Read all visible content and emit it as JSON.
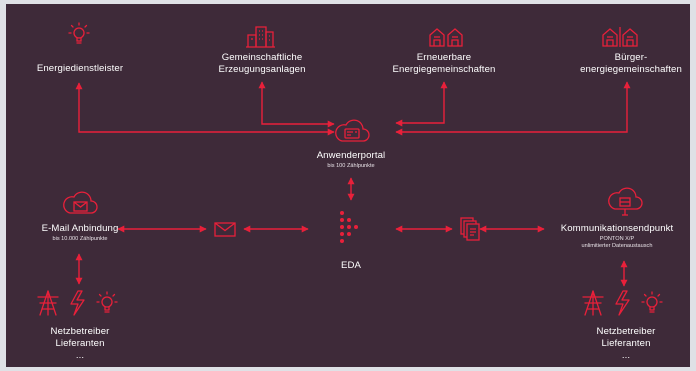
{
  "colors": {
    "background": "#3e2a39",
    "accent": "#e8203a",
    "text": "#ffffff"
  },
  "nodes": {
    "energiedienstleister": {
      "label": "Energiedienstleister",
      "icon": "lightbulb-icon"
    },
    "gemeinschaftliche": {
      "label_line1": "Gemeinschaftliche",
      "label_line2": "Erzeugungsanlagen",
      "icon": "buildings-icon"
    },
    "erneuerbare": {
      "label_line1": "Erneuerbare",
      "label_line2": "Energiegemeinschaften",
      "icon": "houses-icon"
    },
    "buerger": {
      "label_line1": "Bürger-",
      "label_line2": "energiegemeinschaften",
      "icon": "houses-icon"
    },
    "anwenderportal": {
      "label": "Anwenderportal",
      "sub": "bis 100 Zählpunkte",
      "icon": "cloud-portal-icon"
    },
    "email": {
      "label": "E-Mail Anbindung",
      "sub": "bis 10.000 Zählpunkte",
      "icon": "cloud-mail-icon"
    },
    "eda": {
      "label": "EDA",
      "icon": "eda-logo-icon"
    },
    "kommunikation": {
      "label": "Kommunikationsendpunkt",
      "sub1": "PONTON X/P",
      "sub2": "unlimitierter Datenaustausch",
      "icon": "cloud-server-icon"
    },
    "netz_left": {
      "line1": "Netzbetreiber",
      "line2": "Lieferanten",
      "line3": "..."
    },
    "netz_right": {
      "line1": "Netzbetreiber",
      "line2": "Lieferanten",
      "line3": "..."
    }
  },
  "connectors": {
    "mail": "envelope-icon",
    "documents": "documents-icon"
  }
}
